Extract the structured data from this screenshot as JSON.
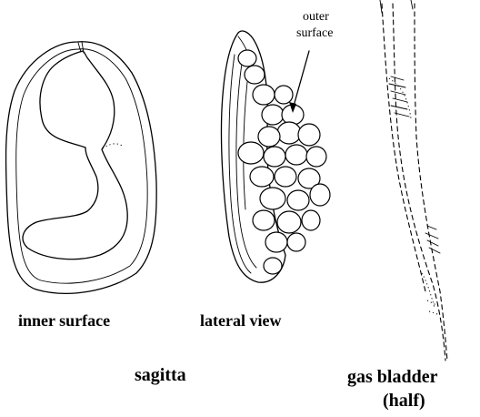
{
  "labels": {
    "inner_surface": "inner surface",
    "lateral_view": "lateral view",
    "sagitta": "sagitta",
    "gas_bladder_line1": "gas bladder",
    "gas_bladder_line2": "(half)",
    "annotation_line1": "outer",
    "annotation_line2": "surface"
  },
  "colors": {
    "ink": "#000000",
    "background": "#ffffff"
  }
}
